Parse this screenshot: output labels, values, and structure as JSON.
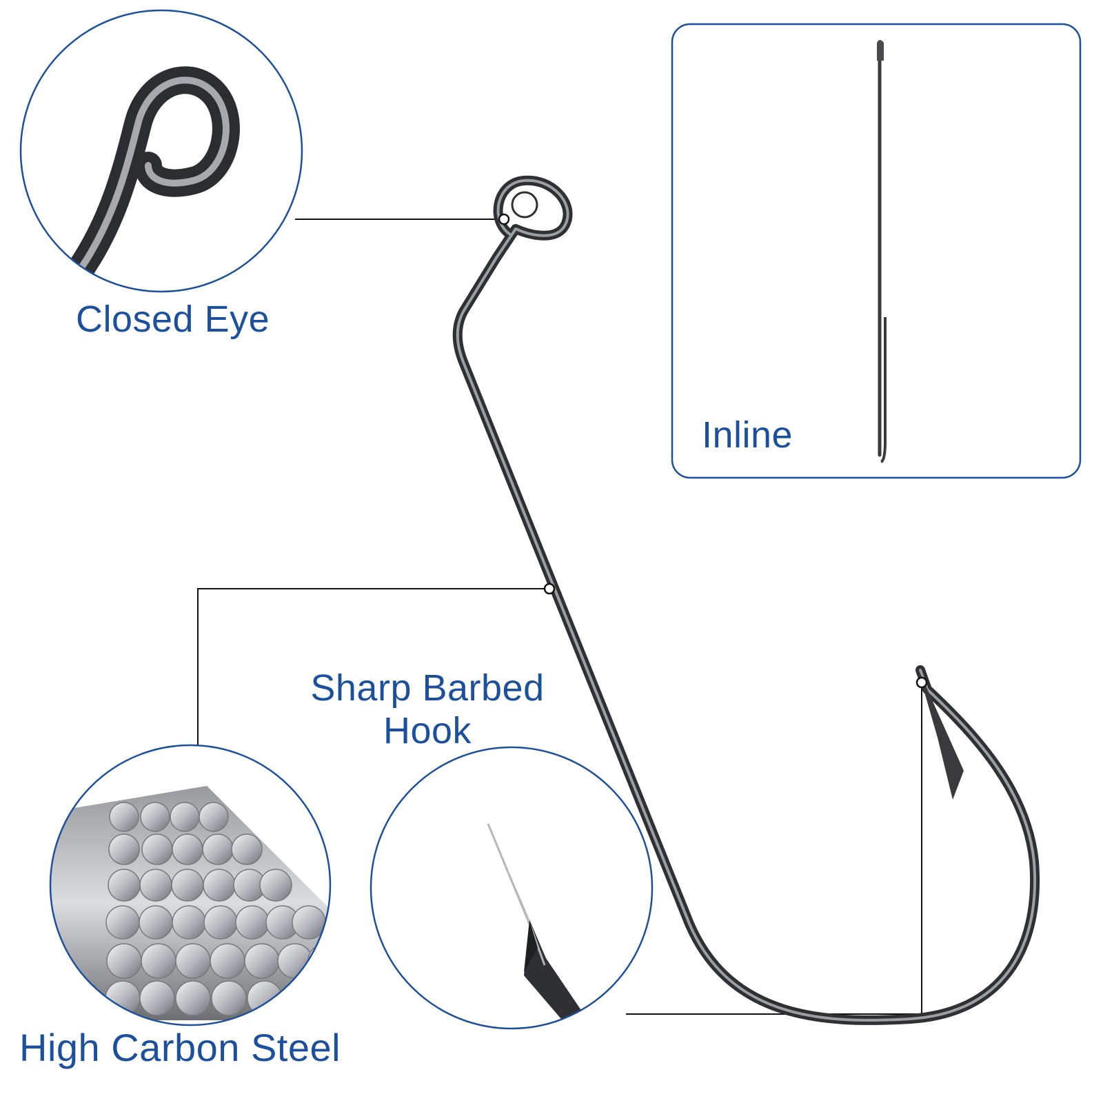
{
  "features": {
    "closed_eye": "Closed Eye",
    "inline": "Inline",
    "sharp_barbed_line1": "Sharp Barbed",
    "sharp_barbed_line2": "Hook",
    "high_carbon_steel": "High Carbon Steel"
  },
  "colors": {
    "accent": "#1c4f9c",
    "hook_metal": "#3a3a3c",
    "callout_line": "#111111"
  },
  "icons": [
    "closed-eye-detail",
    "steel-rods-stack",
    "barb-point-detail",
    "inline-side-view"
  ]
}
